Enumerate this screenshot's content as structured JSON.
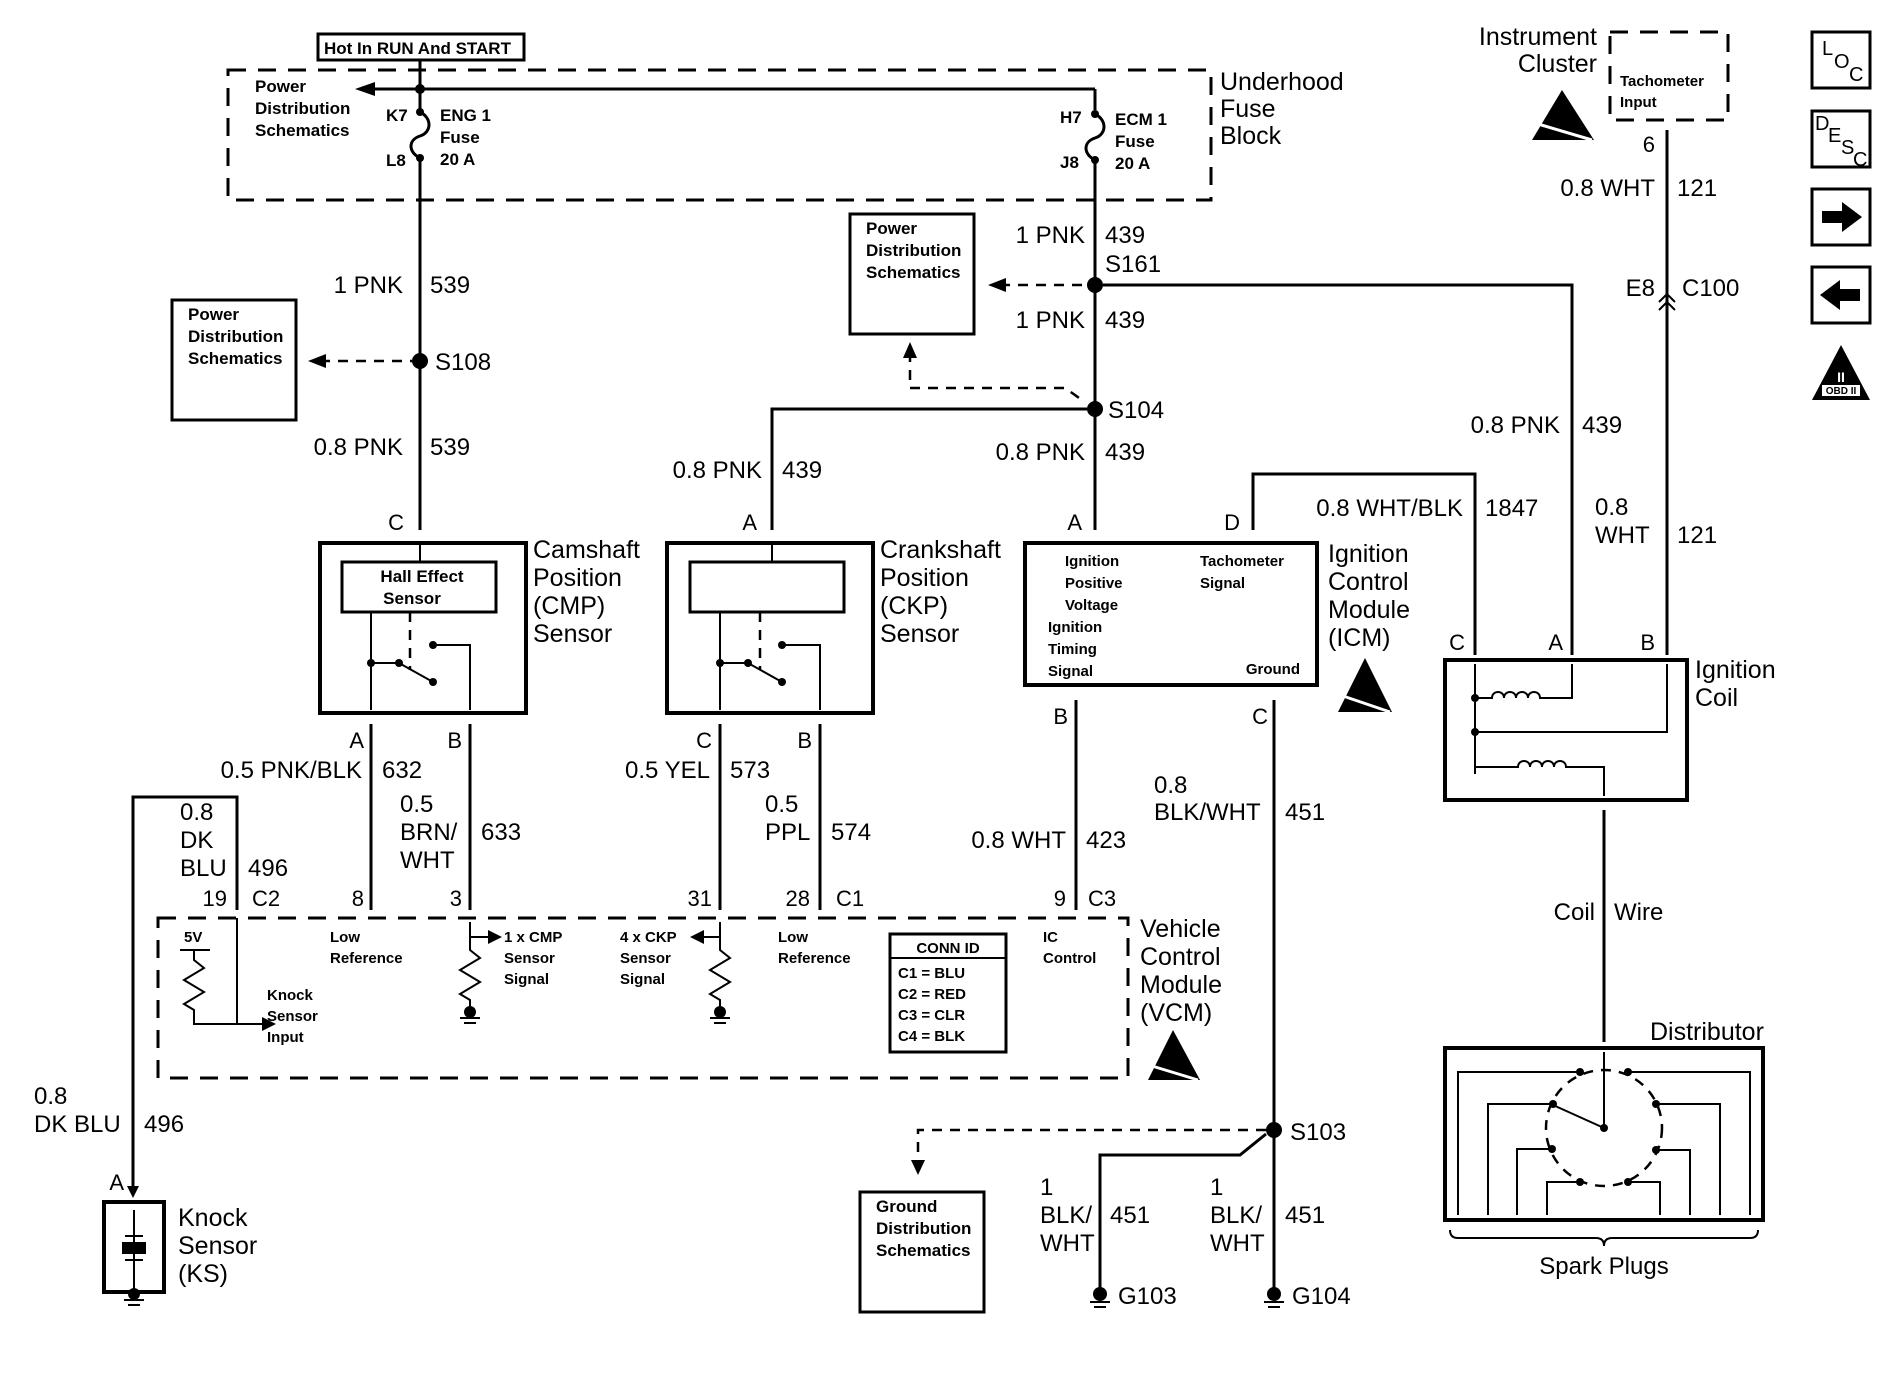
{
  "title_box": "Hot In RUN And START",
  "colors": {
    "ink": "#000000",
    "paper": "#ffffff"
  },
  "fuse_block": {
    "label_lines": [
      "Underhood",
      "Fuse",
      "Block"
    ],
    "power_dist_lines": [
      "Power",
      "Distribution",
      "Schematics"
    ],
    "fuse_eng": {
      "pin_in": "K7",
      "pin_out": "L8",
      "lines": [
        "ENG 1",
        "Fuse",
        "20 A"
      ]
    },
    "fuse_ecm": {
      "pin_in": "H7",
      "pin_out": "J8",
      "lines": [
        "ECM 1",
        "Fuse",
        "20 A"
      ]
    }
  },
  "ref_boxes": {
    "pds_left": [
      "Power",
      "Distribution",
      "Schematics"
    ],
    "pds_mid": [
      "Power",
      "Distribution",
      "Schematics"
    ],
    "gds": [
      "Ground",
      "Distribution",
      "Schematics"
    ]
  },
  "splices": {
    "s108": "S108",
    "s161": "S161",
    "s104": "S104",
    "s103": "S103"
  },
  "wires": {
    "w539_top": {
      "gauge_color": "1 PNK",
      "circuit": "539"
    },
    "w539_bot": {
      "gauge_color": "0.8 PNK",
      "circuit": "539"
    },
    "w439_top": {
      "gauge_color": "1 PNK",
      "circuit": "439"
    },
    "w439_mid": {
      "gauge_color": "1 PNK",
      "circuit": "439"
    },
    "w439_ckp": {
      "gauge_color": "0.8 PNK",
      "circuit": "439"
    },
    "w439_icm": {
      "gauge_color": "0.8 PNK",
      "circuit": "439"
    },
    "w439_coil": {
      "gauge_color": "0.8 PNK",
      "circuit": "439"
    },
    "w1847": {
      "gauge_color": "0.8 WHT/BLK",
      "circuit": "1847"
    },
    "w121_top": {
      "gauge_color": "0.8 WHT",
      "circuit": "121"
    },
    "w121_bot": {
      "gauge_lines": [
        "0.8",
        "WHT"
      ],
      "circuit": "121"
    },
    "w632": {
      "gauge_color": "0.5 PNK/BLK",
      "circuit": "632"
    },
    "w633": {
      "gauge_lines": [
        "0.5",
        "BRN/",
        "WHT"
      ],
      "circuit": "633"
    },
    "w573": {
      "gauge_color": "0.5 YEL",
      "circuit": "573"
    },
    "w574": {
      "gauge_lines": [
        "0.5",
        "PPL"
      ],
      "circuit": "574"
    },
    "w496_top": {
      "gauge_lines": [
        "0.8",
        "DK",
        "BLU"
      ],
      "circuit": "496"
    },
    "w496_bot": {
      "gauge_lines": [
        "0.8",
        "DK BLU"
      ],
      "circuit": "496"
    },
    "w423": {
      "gauge_color": "0.8 WHT",
      "circuit": "423"
    },
    "w451_top": {
      "gauge_lines": [
        "0.8",
        "BLK/WHT"
      ],
      "circuit": "451"
    },
    "w451_g103": {
      "gauge_lines": [
        "1",
        "BLK/",
        "WHT"
      ],
      "circuit": "451"
    },
    "w451_g104": {
      "gauge_lines": [
        "1",
        "BLK/",
        "WHT"
      ],
      "circuit": "451"
    },
    "coil_wire": {
      "left": "Coil",
      "right": "Wire"
    }
  },
  "cmp_sensor": {
    "label_lines": [
      "Camshaft",
      "Position",
      "(CMP)",
      "Sensor"
    ],
    "inner_lines": [
      "Hall Effect",
      "Sensor"
    ],
    "pins": {
      "top": "C",
      "a": "A",
      "b": "B"
    }
  },
  "ckp_sensor": {
    "label_lines": [
      "Crankshaft",
      "Position",
      "(CKP)",
      "Sensor"
    ],
    "pins": {
      "top": "A",
      "c": "C",
      "b": "B"
    }
  },
  "icm": {
    "label_lines": [
      "Ignition",
      "Control",
      "Module",
      "(ICM)"
    ],
    "ipv_lines": [
      "Ignition",
      "Positive",
      "Voltage"
    ],
    "its_lines": [
      "Ignition",
      "Timing",
      "Signal"
    ],
    "tach_lines": [
      "Tachometer",
      "Signal"
    ],
    "ground": "Ground",
    "pins": {
      "a": "A",
      "d": "D",
      "b": "B",
      "c": "C"
    }
  },
  "ignition_coil": {
    "label_lines": [
      "Ignition",
      "Coil"
    ],
    "pins": {
      "c": "C",
      "a": "A",
      "b": "B"
    }
  },
  "instrument_cluster": {
    "label_lines": [
      "Instrument",
      "Cluster"
    ],
    "inner_lines": [
      "Tachometer",
      "Input"
    ],
    "pin": "6",
    "connector_pin": "E8",
    "connector": "C100"
  },
  "vcm": {
    "label_lines": [
      "Vehicle",
      "Control",
      "Module",
      "(VCM)"
    ],
    "pins": {
      "p19": "19",
      "c2": "C2",
      "p8": "8",
      "p3": "3",
      "p31": "31",
      "p28": "28",
      "c1": "C1",
      "p9": "9",
      "c3": "C3"
    },
    "five_v": "5V",
    "knock_input_lines": [
      "Knock",
      "Sensor",
      "Input"
    ],
    "low_ref_lines": [
      "Low",
      "Reference"
    ],
    "cmp_signal_lines": [
      "1 x CMP",
      "Sensor",
      "Signal"
    ],
    "ckp_signal_lines": [
      "4 x CKP",
      "Sensor",
      "Signal"
    ],
    "low_ref2_lines": [
      "Low",
      "Reference"
    ],
    "ic_control_lines": [
      "IC",
      "Control"
    ],
    "conn_id": {
      "title": "CONN ID",
      "rows": [
        "C1 = BLU",
        "C2 = RED",
        "C3 = CLR",
        "C4 = BLK"
      ]
    }
  },
  "knock_sensor": {
    "label_lines": [
      "Knock",
      "Sensor",
      "(KS)"
    ],
    "pin": "A"
  },
  "grounds": {
    "g103": "G103",
    "g104": "G104"
  },
  "distributor": {
    "label": "Distributor",
    "spark_plugs": "Spark Plugs"
  },
  "nav": {
    "loc": {
      "l1": "L",
      "l2": "O",
      "l3": "C"
    },
    "desc": {
      "l1": "D",
      "l2": "E",
      "l3": "S",
      "l4": "C"
    },
    "obd": "OBD II",
    "obd_mark": "II"
  }
}
